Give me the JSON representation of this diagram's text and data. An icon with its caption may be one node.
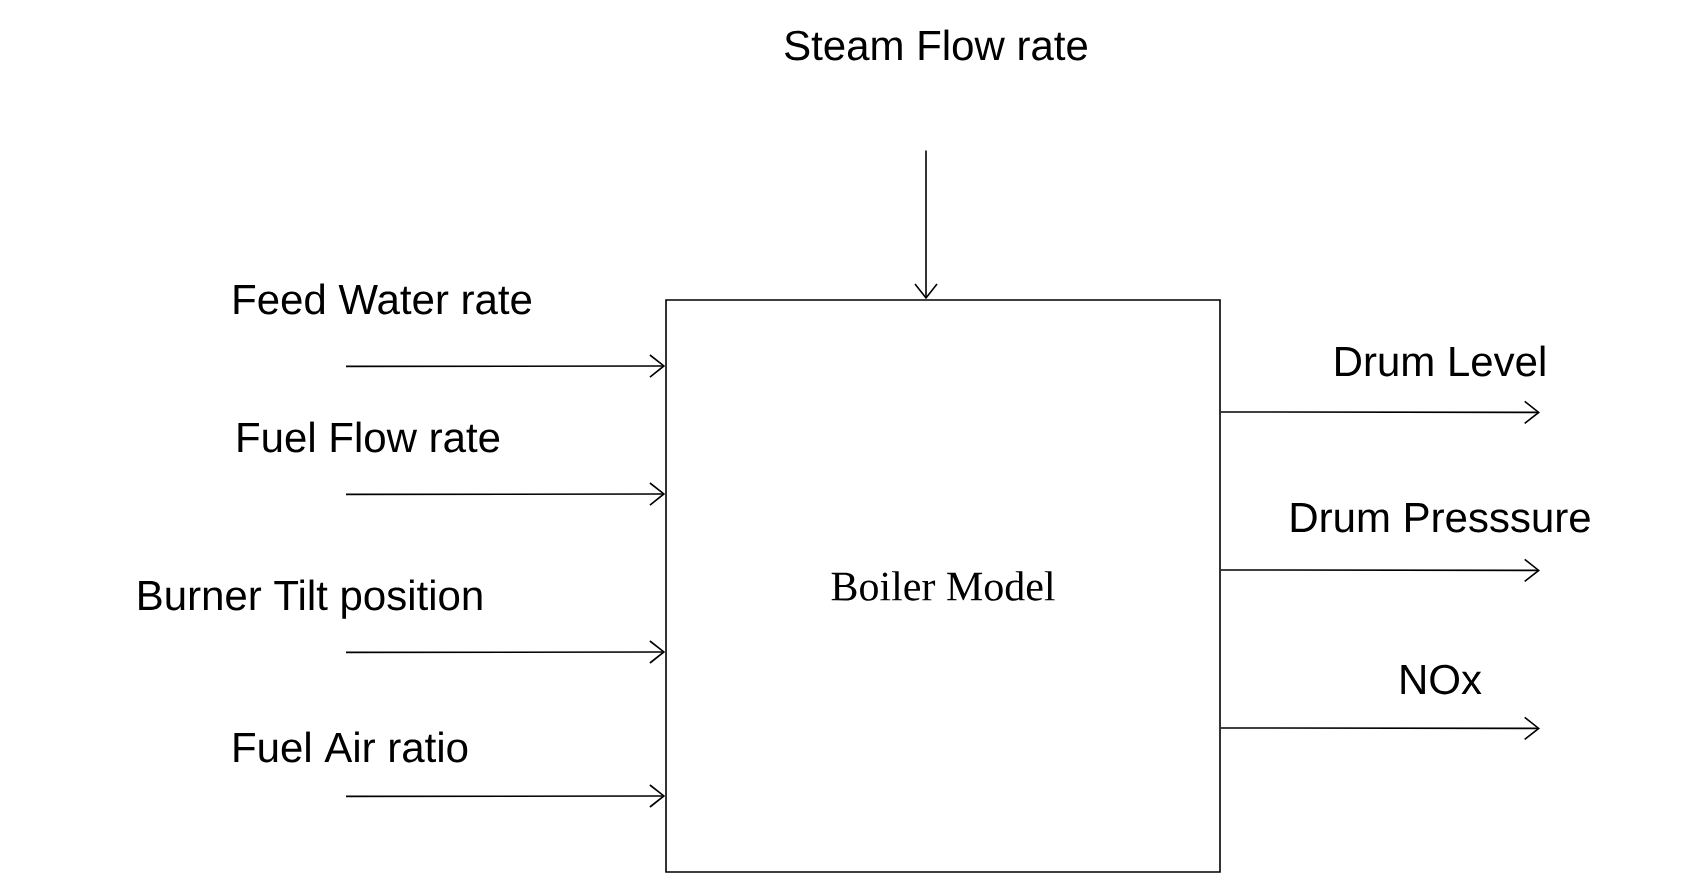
{
  "diagram": {
    "nodes": [
      {
        "text": [
          "Boiler Model"
        ]
      },
      {
        "text": [
          "Steam Flow rate"
        ]
      },
      {
        "text": [
          "Feed Water rate"
        ]
      },
      {
        "text": [
          "Fuel Flow rate"
        ]
      },
      {
        "text": [
          "Burner Tilt position"
        ]
      },
      {
        "text": [
          "Fuel Air ratio"
        ]
      },
      {
        "text": [
          "Drum Level"
        ]
      },
      {
        "text": [
          "Drum Presssure"
        ]
      },
      {
        "text": [
          "NOx"
        ]
      }
    ],
    "edges": [
      {
        "from": 1,
        "to": 0,
        "arrow": "to"
      },
      {
        "from": 2,
        "to": 0,
        "arrow": "to"
      },
      {
        "from": 3,
        "to": 0,
        "arrow": "to"
      },
      {
        "from": 4,
        "to": 0,
        "arrow": "to"
      },
      {
        "from": 5,
        "to": 0,
        "arrow": "to"
      },
      {
        "from": 0,
        "to": 6,
        "arrow": "to"
      },
      {
        "from": 0,
        "to": 7,
        "arrow": "to"
      },
      {
        "from": 0,
        "to": 8,
        "arrow": "to"
      }
    ]
  }
}
